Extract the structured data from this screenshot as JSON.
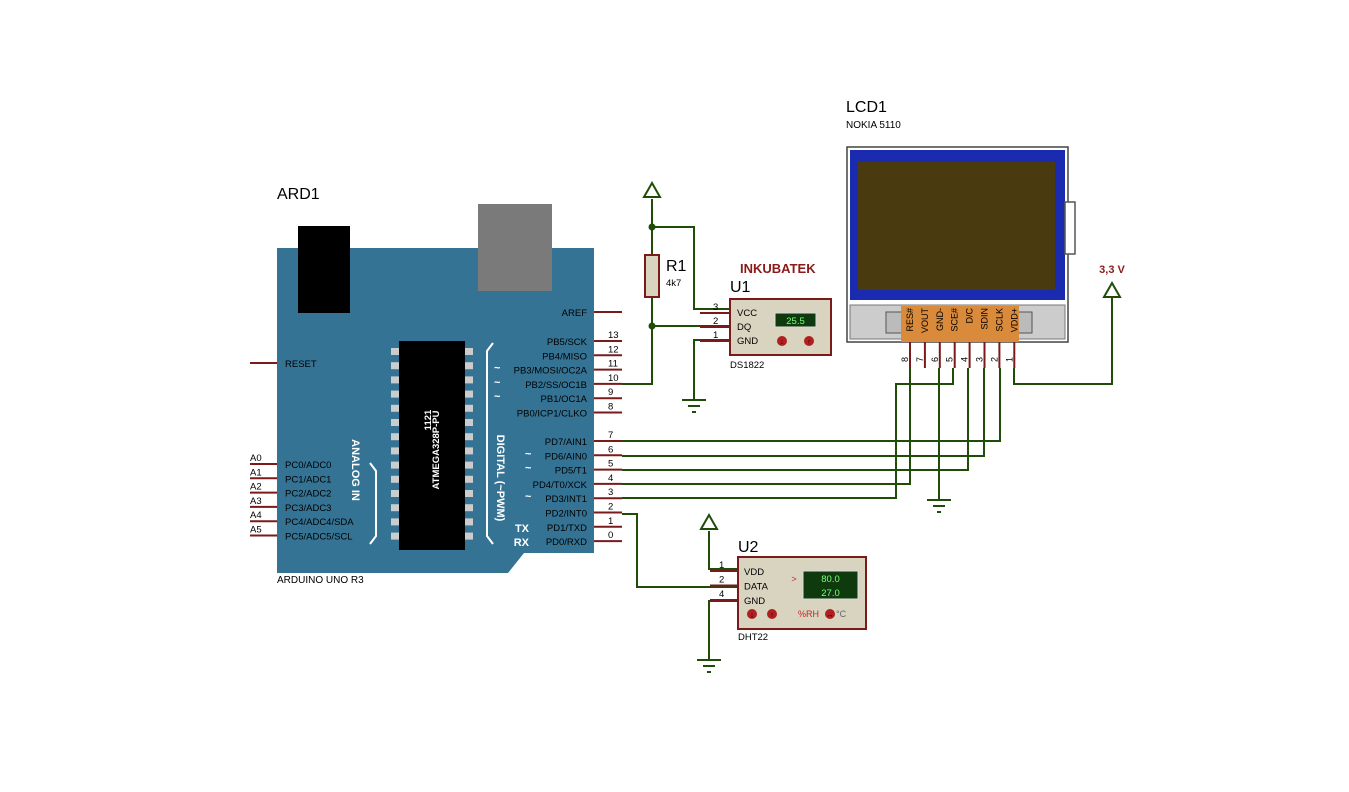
{
  "title": {
    "text": "INKUBATEK",
    "color": "#8b1a1a"
  },
  "colors": {
    "board": "#357394",
    "wire": "#1f4d08",
    "pin": "#7a1a1a",
    "lcd_frame": "#1a2bb0",
    "lcd_screen": "#4a3a10",
    "module": "#d8d4c0",
    "display_green": "#0e3a0e",
    "lcd_connector": "#d98a3a"
  },
  "arduino": {
    "ref": "ARD1",
    "model": "ARDUINO UNO R3",
    "chip_label": "ATMEGA328P-PU",
    "chip_code": "1121",
    "reset": "RESET",
    "aref": "AREF",
    "analog_title": "ANALOG IN",
    "digital_title": "DIGITAL (~PWM)",
    "tx": "TX",
    "rx": "RX",
    "pwm_mark": "~",
    "analog_pins": [
      {
        "ext": "A0",
        "name": "PC0/ADC0"
      },
      {
        "ext": "A1",
        "name": "PC1/ADC1"
      },
      {
        "ext": "A2",
        "name": "PC2/ADC2"
      },
      {
        "ext": "A3",
        "name": "PC3/ADC3"
      },
      {
        "ext": "A4",
        "name": "PC4/ADC4/SDA"
      },
      {
        "ext": "A5",
        "name": "PC5/ADC5/SCL"
      }
    ],
    "digital_top": [
      {
        "num": "13",
        "name": "PB5/SCK",
        "pwm": false
      },
      {
        "num": "12",
        "name": "PB4/MISO",
        "pwm": false
      },
      {
        "num": "11",
        "name": "PB3/MOSI/OC2A",
        "pwm": true
      },
      {
        "num": "10",
        "name": "PB2/SS/OC1B",
        "pwm": true
      },
      {
        "num": "9",
        "name": "PB1/OC1A",
        "pwm": true
      },
      {
        "num": "8",
        "name": "PB0/ICP1/CLKO",
        "pwm": false
      }
    ],
    "digital_bottom": [
      {
        "num": "7",
        "name": "PD7/AIN1",
        "pwm": false
      },
      {
        "num": "6",
        "name": "PD6/AIN0",
        "pwm": true
      },
      {
        "num": "5",
        "name": "PD5/T1",
        "pwm": true
      },
      {
        "num": "4",
        "name": "PD4/T0/XCK",
        "pwm": false
      },
      {
        "num": "3",
        "name": "PD3/INT1",
        "pwm": true
      },
      {
        "num": "2",
        "name": "PD2/INT0",
        "pwm": false
      },
      {
        "num": "1",
        "name": "PD1/TXD",
        "pwm": false
      },
      {
        "num": "0",
        "name": "PD0/RXD",
        "pwm": false
      }
    ]
  },
  "resistor": {
    "ref": "R1",
    "value": "4k7"
  },
  "ds1822": {
    "ref": "U1",
    "part": "DS1822",
    "reading": "25.5",
    "pins": [
      {
        "num": "3",
        "name": "VCC"
      },
      {
        "num": "2",
        "name": "DQ"
      },
      {
        "num": "1",
        "name": "GND"
      }
    ]
  },
  "dht22": {
    "ref": "U2",
    "part": "DHT22",
    "humidity": "80.0",
    "temperature": "27.0",
    "arrow": ">",
    "units": {
      "rh": "%RH",
      "c": "°C"
    },
    "pins": [
      {
        "num": "1",
        "name": "VDD"
      },
      {
        "num": "2",
        "name": "DATA"
      },
      {
        "num": "4",
        "name": "GND"
      }
    ]
  },
  "lcd": {
    "ref": "LCD1",
    "part": "NOKIA 5110",
    "pins": [
      {
        "num": "8",
        "name": "RES#"
      },
      {
        "num": "7",
        "name": "VOUT"
      },
      {
        "num": "6",
        "name": "GND-"
      },
      {
        "num": "5",
        "name": "SCE#"
      },
      {
        "num": "4",
        "name": "D/C"
      },
      {
        "num": "3",
        "name": "SDIN"
      },
      {
        "num": "2",
        "name": "SCLK"
      },
      {
        "num": "1",
        "name": "VDD+"
      }
    ]
  },
  "supply": {
    "label": "3,3 V",
    "color": "#8b1a1a"
  }
}
